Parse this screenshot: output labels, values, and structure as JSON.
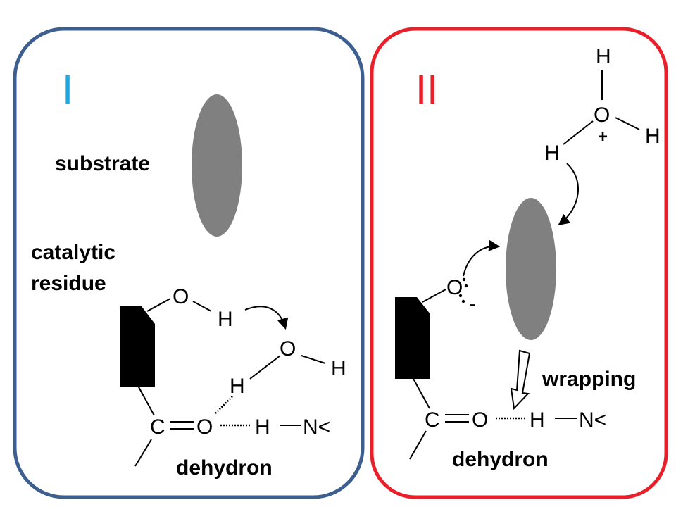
{
  "panels": {
    "left": {
      "roman": "I",
      "roman_color": "#1fa7e0",
      "border_color": "#3d5f8f",
      "substrate_label": "substrate",
      "catalytic_label_line1": "catalytic",
      "catalytic_label_line2": "residue",
      "dehydron_label": "dehydron",
      "atoms": {
        "o_residue": "O",
        "h_residue": "H",
        "o_water": "O",
        "h_water_right": "H",
        "h_water_low": "H",
        "carbon": "C",
        "o_carbonyl": "O",
        "h_amide": "H",
        "n_amide": "N<"
      }
    },
    "right": {
      "roman": "II",
      "roman_color": "#e8202a",
      "border_color": "#e8202a",
      "wrapping_label": "wrapping",
      "dehydron_label": "dehydron",
      "charge_plus": "+",
      "charge_minus": "-",
      "atoms": {
        "h_top": "H",
        "o_hydronium": "O",
        "h_right": "H",
        "h_left": "H",
        "o_anion": "O",
        "carbon": "C",
        "o_carbonyl": "O",
        "h_amide": "H",
        "n_amide": "N<"
      }
    }
  },
  "colors": {
    "substrate_fill": "#808080",
    "residue_fill": "#000000"
  }
}
